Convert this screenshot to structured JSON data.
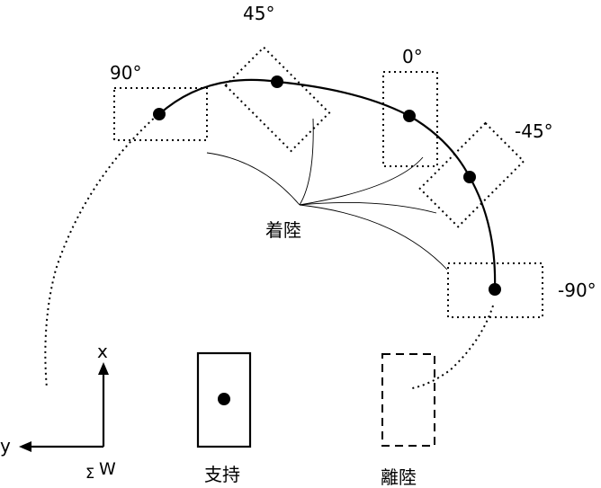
{
  "angles": {
    "a90": "90°",
    "a45": "45°",
    "a0": "0°",
    "am45": "-45°",
    "am90": "-90°"
  },
  "labels": {
    "touchdown": "着陸",
    "support": "支持",
    "liftoff": "離陸"
  },
  "axes": {
    "x": "x",
    "y": "y",
    "frame": "Σ",
    "frame_sub": "W"
  }
}
